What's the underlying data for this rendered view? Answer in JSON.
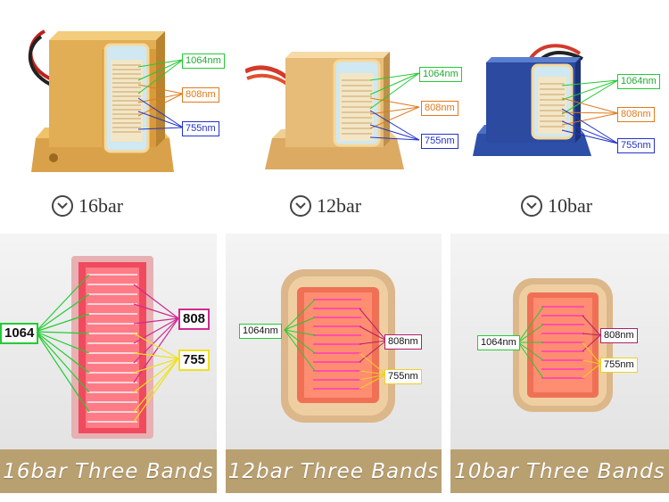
{
  "products": [
    {
      "caption": "16bar",
      "labels": {
        "l1064": "1064nm",
        "l808": "808nm",
        "l755": "755nm"
      }
    },
    {
      "caption": "12bar",
      "labels": {
        "l1064": "1064nm",
        "l808": "808nm",
        "l755": "755nm"
      }
    },
    {
      "caption": "10bar",
      "labels": {
        "l1064": "1064nm",
        "l808": "808nm",
        "l755": "755nm"
      }
    }
  ],
  "closeups": [
    {
      "banner": "16bar  Three Bands",
      "labels": {
        "l1064": "1064",
        "l808": "808",
        "l755": "755"
      }
    },
    {
      "banner": "12bar  Three Bands",
      "labels": {
        "l1064": "1064nm",
        "l808": "808nm",
        "l755": "755nm"
      }
    },
    {
      "banner": "10bar  Three Bands",
      "labels": {
        "l1064": "1064nm",
        "l808": "808nm",
        "l755": "755nm"
      }
    }
  ],
  "colors": {
    "c1064": "#22cc33",
    "c808": "#e07a1a",
    "c755": "#2233cc",
    "gold": "#d9a24a",
    "blue": "#2d4fa8",
    "banner": "#b9a071"
  },
  "icons": [
    "chevron-down-icon"
  ]
}
